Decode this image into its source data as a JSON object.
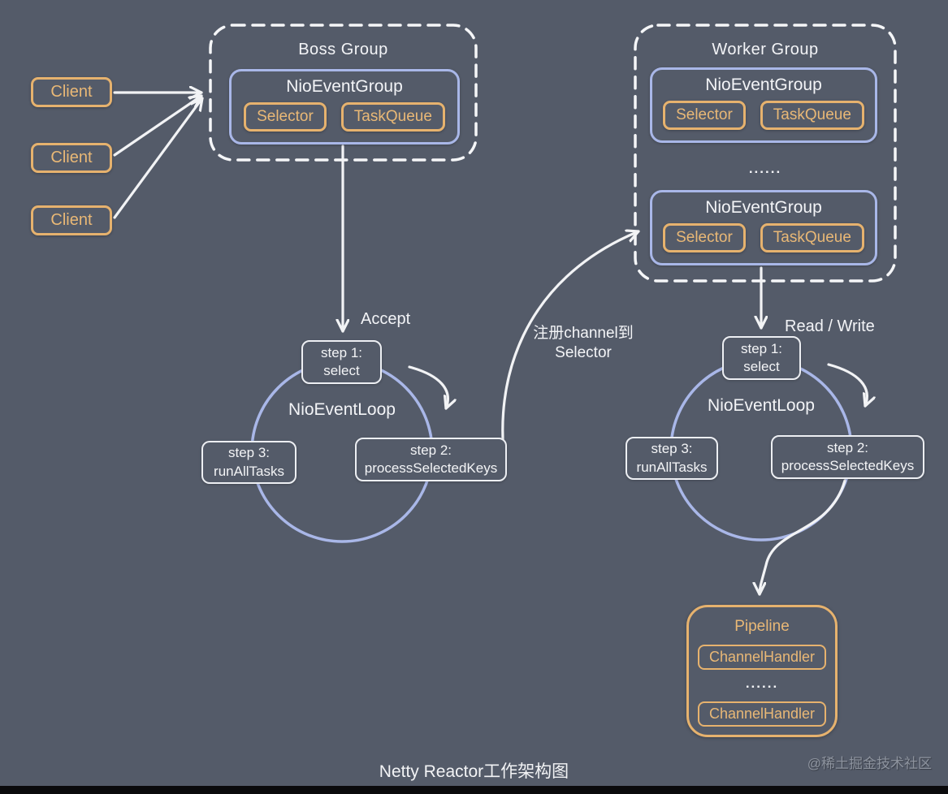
{
  "colors": {
    "background": "#545b69",
    "accent_orange": "#e6b26e",
    "accent_periwinkle": "#a9b7e8",
    "line_white": "#f2f3f5",
    "watermark_gray": "#8d939e"
  },
  "clients": [
    "Client",
    "Client",
    "Client"
  ],
  "boss_group": {
    "title": "Boss Group",
    "event_group": {
      "title": "NioEventGroup",
      "selector": "Selector",
      "task_queue": "TaskQueue"
    }
  },
  "worker_group": {
    "title": "Worker Group",
    "ellipsis": "......",
    "event_groups": [
      {
        "title": "NioEventGroup",
        "selector": "Selector",
        "task_queue": "TaskQueue"
      },
      {
        "title": "NioEventGroup",
        "selector": "Selector",
        "task_queue": "TaskQueue"
      }
    ]
  },
  "left_loop": {
    "name": "NioEventLoop",
    "annotation": "Accept",
    "steps": {
      "s1": [
        "step 1:",
        "select"
      ],
      "s2": [
        "step 2:",
        "processSelectedKeys"
      ],
      "s3": [
        "step 3:",
        "runAllTasks"
      ]
    }
  },
  "right_loop": {
    "name": "NioEventLoop",
    "annotation": "Read / Write",
    "steps": {
      "s1": [
        "step 1:",
        "select"
      ],
      "s2": [
        "step 2:",
        "processSelectedKeys"
      ],
      "s3": [
        "step 3:",
        "runAllTasks"
      ]
    }
  },
  "register_label": {
    "line1": "注册channel到",
    "line2": "Selector"
  },
  "pipeline": {
    "title": "Pipeline",
    "ellipsis": "......",
    "handlers": [
      "ChannelHandler",
      "ChannelHandler"
    ]
  },
  "caption": "Netty Reactor工作架构图",
  "watermark": "@稀土掘金技术社区"
}
